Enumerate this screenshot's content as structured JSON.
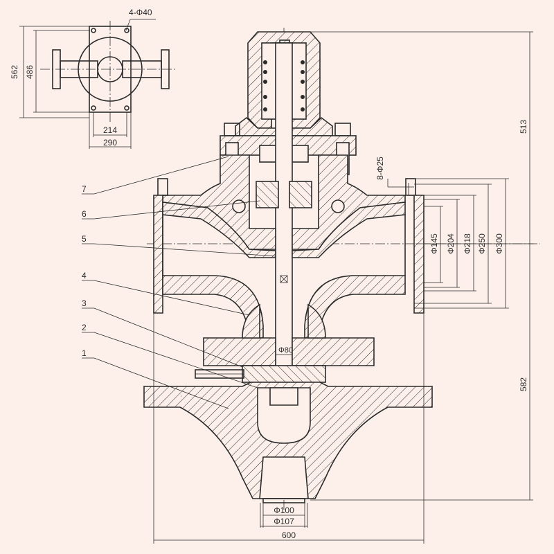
{
  "top_view": {
    "bolt_holes": "4-Φ40",
    "dim_height_outer": "562",
    "dim_height_inner": "486",
    "dim_width_inner": "214",
    "dim_width_outer": "290"
  },
  "main_view": {
    "dim_top_height": "513",
    "dim_bottom_height": "582",
    "dim_total_width": "600",
    "flange_holes": "8-Φ25",
    "dia_145": "Φ145",
    "dia_204": "Φ204",
    "dia_218": "Φ218",
    "dia_250": "Φ250",
    "dia_300": "Φ300",
    "dia_80": "Φ80",
    "dia_100": "Φ100",
    "dia_107": "Φ107"
  },
  "part_labels": [
    "7",
    "6",
    "5",
    "4",
    "3",
    "2",
    "1"
  ]
}
